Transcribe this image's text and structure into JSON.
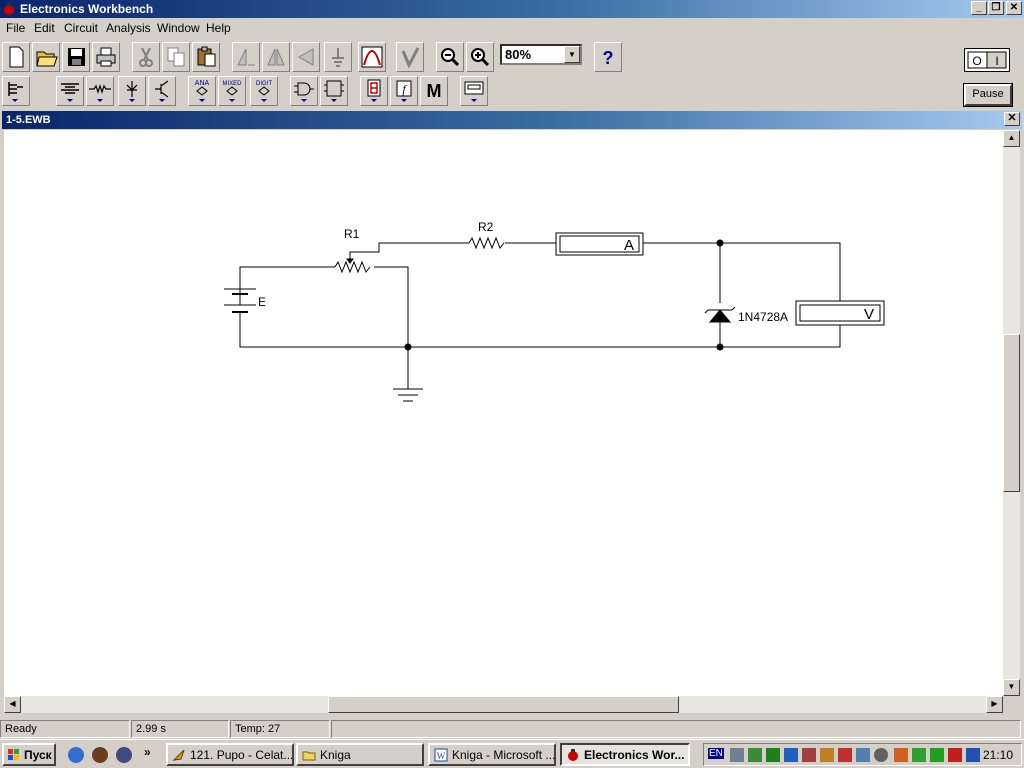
{
  "window": {
    "title": "Electronics Workbench"
  },
  "menu": [
    "File",
    "Edit",
    "Circuit",
    "Analysis",
    "Window",
    "Help"
  ],
  "toolbar": {
    "zoom_value": "80%",
    "help_label": "?",
    "pause_label": "Pause",
    "power_label": "O",
    "power_on_label": "I",
    "parts_labels": {
      "ana": "ANA",
      "mixed": "MIXED",
      "digit": "DIGIT",
      "misc": "M"
    }
  },
  "document": {
    "title": "1-5.EWB"
  },
  "circuit": {
    "components": {
      "r1": "R1",
      "r2": "R2",
      "battery": "E",
      "ammeter": "A",
      "voltmeter": "V",
      "zener": "1N4728A"
    }
  },
  "status": {
    "state": "Ready",
    "time": "2.99 s",
    "temp": "Temp:  27"
  },
  "taskbar": {
    "start": "Пуск",
    "more": "»",
    "tasks": [
      "121. Pupo - Celat...",
      "Kniga",
      "Kniga - Microsoft ...",
      "Electronics Wor..."
    ],
    "lang": "EN",
    "clock": "21:10"
  }
}
